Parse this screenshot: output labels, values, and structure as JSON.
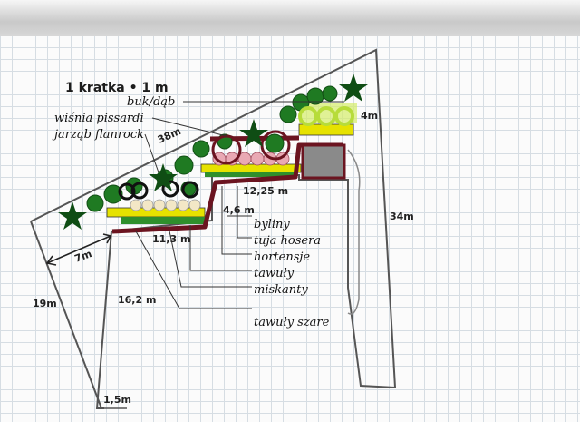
{
  "scale_note": "1 kratka • 1 m",
  "plant_labels": {
    "buk_dab": "buk/dąb",
    "wisnia": "wiśnia pissardi",
    "jarzab": "jarząb flanrock",
    "byliny": "byliny",
    "tuja": "tuja hosera",
    "hortensje": "hortensje",
    "tawuly": "tawuły",
    "miskanty": "miskanty",
    "tawuly_szare": "tawuły szare"
  },
  "dimensions": {
    "d38m": "38m",
    "d34m": "34m",
    "d19m": "19m",
    "d7m": "7m",
    "d162m": "16,2 m",
    "d15m": "1,5m",
    "d113m": "11,3 m",
    "d46m": "4,6 m",
    "d1225m": "12,25 m",
    "d4m": "4m"
  },
  "colors": {
    "outline": "#555555",
    "tree_green": "#1f7a22",
    "star_green": "#0f4d14",
    "maroon": "#6b1420",
    "yellow": "#e6e200",
    "lime": "#b7dc3a",
    "pink": "#e9a9b4",
    "cream": "#f3e7c6",
    "grey_box": "#8a8a8a"
  }
}
